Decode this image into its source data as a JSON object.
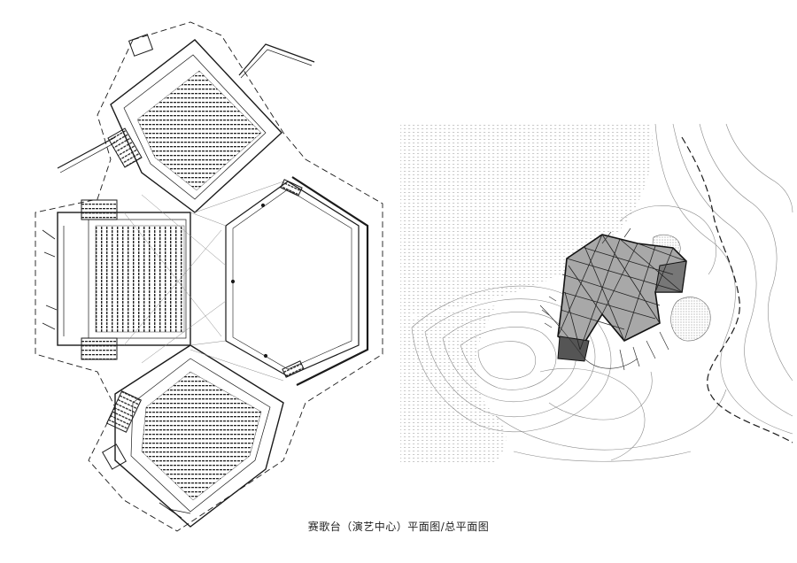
{
  "caption": "赛歌台（演艺中心）平面图/总平面图",
  "colors": {
    "line": "#1a1a1a",
    "thin_line": "#8a8a8a",
    "roof_fill": "#9a9a9a",
    "roof_dark": "#555555",
    "hatch": "#bcbcbc"
  },
  "figures": [
    {
      "name": "floor-plan",
      "icon": "theatre-plan-drawing"
    },
    {
      "name": "site-plan",
      "icon": "site-contour-drawing"
    }
  ]
}
